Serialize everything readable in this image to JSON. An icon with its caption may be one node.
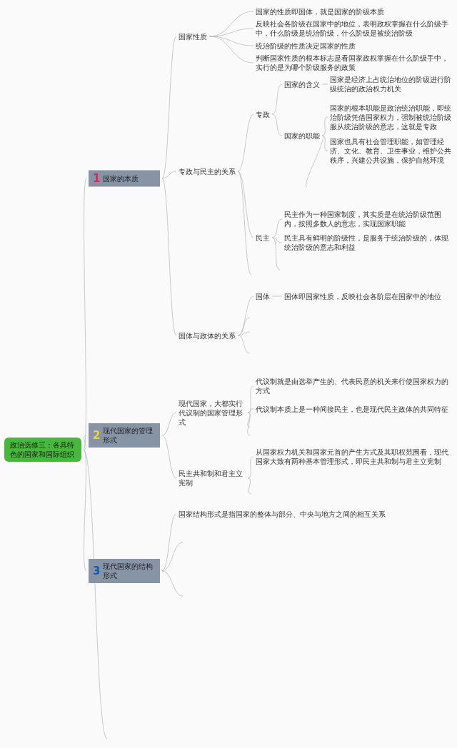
{
  "diagram": {
    "nodes": [
      {
        "text": [
          "政治选修三：各具特色的国家和国际组织"
        ]
      },
      {
        "text": [
          "1",
          "国家的本质"
        ]
      },
      {
        "text": [
          "国家性质"
        ]
      },
      {
        "text": [
          "国家的性质即国体，就是国家的阶级本质"
        ]
      },
      {
        "text": [
          "反映社会各阶级在国家中的地位，表明政权掌握在什么阶级手中，什么阶级是统治阶级，什么阶级是被统治阶级"
        ]
      },
      {
        "text": [
          "统治阶级的性质决定国家的性质"
        ]
      },
      {
        "text": [
          "判断国家性质的根本标志是看国家政权掌握在什么阶级手中，实行的是为哪个阶级服务的政策"
        ]
      },
      {
        "text": [
          "专政与民主的关系"
        ]
      },
      {
        "text": [
          "专政"
        ]
      },
      {
        "text": [
          "国家的含义"
        ]
      },
      {
        "text": [
          "国家是经济上占统治地位的阶级进行阶级统治的政治权力机关"
        ]
      },
      {
        "text": [
          "国家的职能"
        ]
      },
      {
        "text": [
          "国家的根本职能是政治统治职能，即统治阶级凭借国家权力，强制被统治阶级服从统治阶级的意志，这就是专政"
        ]
      },
      {
        "text": [
          "国家也具有社会管理职能，如管理经济、文化、教育、卫生事业，维护公共秩序，兴建公共设施，保护自然环境"
        ]
      },
      {
        "text": [
          "民主"
        ]
      },
      {
        "text": [
          "民主作为一种国家制度，其实质是在统治阶级范围内，按照多数人的意志，实现国家职能"
        ]
      },
      {
        "text": [
          "民主具有鲜明的阶级性，是服务于统治阶级的，体现统治阶级的意志和利益"
        ]
      },
      {
        "text": [
          "国体与政体的关系"
        ]
      },
      {
        "text": [
          "国体"
        ]
      },
      {
        "text": [
          "国体即国家性质，反映社会各阶层在国家中的地位"
        ]
      },
      {
        "text": [
          "2",
          "现代国家的管理形式"
        ]
      },
      {
        "text": [
          "现代国家，大都实行代议制的国家管理形式"
        ]
      },
      {
        "text": [
          "代议制就是由选举产生的、代表民意的机关来行使国家权力的方式"
        ]
      },
      {
        "text": [
          "代议制本质上是一种间接民主，也是现代民主政体的共同特征"
        ]
      },
      {
        "text": [
          "民主共和制和君主立宪制"
        ]
      },
      {
        "text": [
          "从国家权力机关和国家元首的产生方式及其职权范围看，现代国家大致有两种基本管理形式，即民主共和制与君主立宪制"
        ]
      },
      {
        "text": [
          "3",
          "现代国家的结构形式"
        ]
      },
      {
        "text": [
          "国家结构形式是指国家的整体与部分、中央与地方之间的相互关系"
        ]
      }
    ],
    "edges": [
      {
        "from": 0,
        "to": 1,
        "arrow": "none"
      },
      {
        "from": 1,
        "to": 2,
        "arrow": "none"
      },
      {
        "from": 2,
        "to": 3,
        "arrow": "none"
      },
      {
        "from": 2,
        "to": 4,
        "arrow": "none"
      },
      {
        "from": 2,
        "to": 5,
        "arrow": "none"
      },
      {
        "from": 2,
        "to": 6,
        "arrow": "none"
      },
      {
        "from": 1,
        "to": 7,
        "arrow": "none"
      },
      {
        "from": 7,
        "to": 8,
        "arrow": "none"
      },
      {
        "from": 8,
        "to": 9,
        "arrow": "none"
      },
      {
        "from": 9,
        "to": 10,
        "arrow": "none"
      },
      {
        "from": 8,
        "to": 11,
        "arrow": "none"
      },
      {
        "from": 11,
        "to": 12,
        "arrow": "none"
      },
      {
        "from": 11,
        "to": 13,
        "arrow": "none"
      },
      {
        "from": 11,
        "to": null,
        "arrow": "none"
      },
      {
        "from": 7,
        "to": 14,
        "arrow": "none"
      },
      {
        "from": 14,
        "to": 15,
        "arrow": "none"
      },
      {
        "from": 14,
        "to": 16,
        "arrow": "none"
      },
      {
        "from": 14,
        "to": null,
        "arrow": "none"
      },
      {
        "from": 7,
        "to": null,
        "arrow": "none"
      },
      {
        "from": 1,
        "to": 17,
        "arrow": "none"
      },
      {
        "from": 17,
        "to": 18,
        "arrow": "none"
      },
      {
        "from": 18,
        "to": 19,
        "arrow": "none"
      },
      {
        "from": 17,
        "to": null,
        "arrow": "none"
      },
      {
        "from": 17,
        "to": null,
        "arrow": "none"
      },
      {
        "from": 17,
        "to": null,
        "arrow": "none"
      },
      {
        "from": 0,
        "to": 20,
        "arrow": "none"
      },
      {
        "from": 20,
        "to": 21,
        "arrow": "none"
      },
      {
        "from": 21,
        "to": 22,
        "arrow": "none"
      },
      {
        "from": 21,
        "to": 23,
        "arrow": "none"
      },
      {
        "from": 21,
        "to": null,
        "arrow": "none"
      },
      {
        "from": 21,
        "to": null,
        "arrow": "none"
      },
      {
        "from": 20,
        "to": 24,
        "arrow": "none"
      },
      {
        "from": 24,
        "to": 25,
        "arrow": "none"
      },
      {
        "from": 24,
        "to": null,
        "arrow": "none"
      },
      {
        "from": 0,
        "to": 26,
        "arrow": "none"
      },
      {
        "from": 26,
        "to": 27,
        "arrow": "none"
      },
      {
        "from": 26,
        "to": null,
        "arrow": "none"
      },
      {
        "from": 26,
        "to": null,
        "arrow": "none"
      },
      {
        "from": 0,
        "to": null,
        "arrow": "none"
      }
    ]
  }
}
